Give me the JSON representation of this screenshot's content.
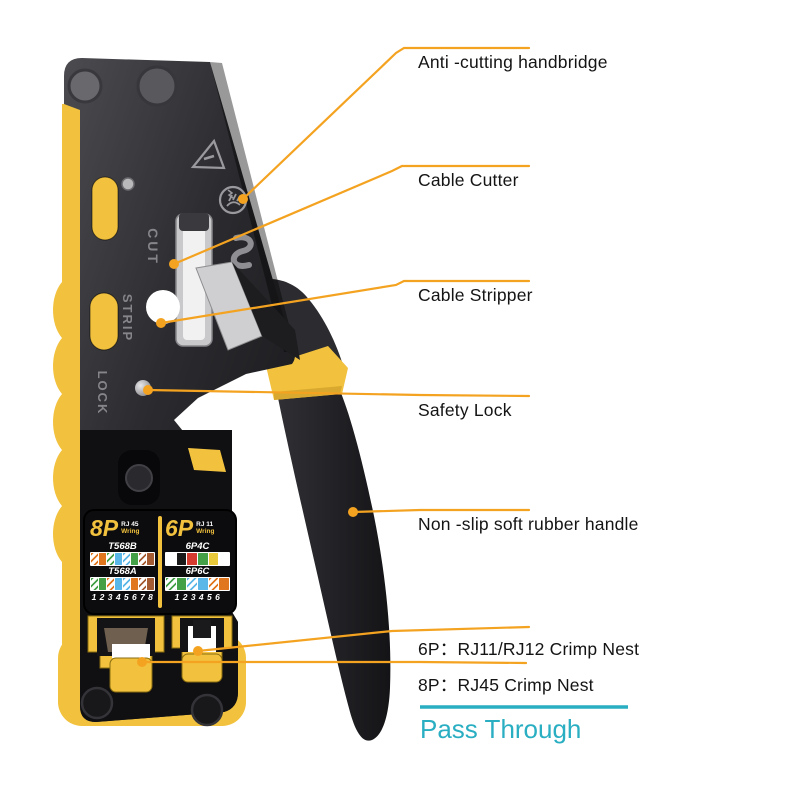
{
  "image_title": "RJ45 crimping tool annotated diagram",
  "colors": {
    "callout_orange": "#F4A321",
    "pass_through_teal": "#29AEC2",
    "tool_yellow": "#F2C23E",
    "tool_black": "#1C1C1F"
  },
  "callouts": [
    {
      "id": "anti-cutting-handbridge",
      "label": "Anti -cutting handbridge"
    },
    {
      "id": "cable-cutter",
      "label": "Cable Cutter"
    },
    {
      "id": "cable-stripper",
      "label": "Cable Stripper"
    },
    {
      "id": "safety-lock",
      "label": "Safety Lock"
    },
    {
      "id": "rubber-handle",
      "label": "Non -slip soft rubber handle"
    },
    {
      "id": "crimp-nest-6p",
      "label": "6P：RJ11/RJ12 Crimp Nest"
    },
    {
      "id": "crimp-nest-8p",
      "label": "8P：RJ45 Crimp Nest"
    }
  ],
  "footer": {
    "pass_through": "Pass Through"
  },
  "tool": {
    "engravings": {
      "cut": "CUT",
      "strip": "STRIP",
      "lock": "LOCK"
    },
    "icons": [
      "warning-triangle-icon",
      "no-touch-hand-icon",
      "cable-cutter-icon"
    ],
    "panel": {
      "left": {
        "size": "8P",
        "standard": "RJ 45",
        "wiring": "Wring",
        "row1_name": "T568B",
        "row1_wires": [
          {
            "t": "stripe",
            "c": "#E0761E"
          },
          {
            "t": "solid",
            "c": "#E0761E"
          },
          {
            "t": "stripe",
            "c": "#43A047"
          },
          {
            "t": "solid",
            "c": "#5BB7E8"
          },
          {
            "t": "stripe",
            "c": "#5BB7E8"
          },
          {
            "t": "solid",
            "c": "#43A047"
          },
          {
            "t": "stripe",
            "c": "#A65C32"
          },
          {
            "t": "solid",
            "c": "#A65C32"
          }
        ],
        "row2_name": "T568A",
        "row2_wires": [
          {
            "t": "stripe",
            "c": "#43A047"
          },
          {
            "t": "solid",
            "c": "#43A047"
          },
          {
            "t": "stripe",
            "c": "#E0761E"
          },
          {
            "t": "solid",
            "c": "#5BB7E8"
          },
          {
            "t": "stripe",
            "c": "#5BB7E8"
          },
          {
            "t": "solid",
            "c": "#E0761E"
          },
          {
            "t": "stripe",
            "c": "#A65C32"
          },
          {
            "t": "solid",
            "c": "#A65C32"
          }
        ],
        "pins": "1 2 3 4 5 6 7 8"
      },
      "right": {
        "size": "6P",
        "standard": "RJ 11",
        "wiring": "Wring",
        "row1_name": "6P4C",
        "row1_wires": [
          {
            "t": "empty"
          },
          {
            "t": "solid",
            "c": "#1A1A1A"
          },
          {
            "t": "solid",
            "c": "#D63B2F"
          },
          {
            "t": "solid",
            "c": "#43A047"
          },
          {
            "t": "solid",
            "c": "#E9C93C"
          },
          {
            "t": "empty"
          }
        ],
        "row2_name": "6P6C",
        "row2_wires": [
          {
            "t": "stripe",
            "c": "#43A047"
          },
          {
            "t": "solid",
            "c": "#43A047"
          },
          {
            "t": "stripe",
            "c": "#5BB7E8"
          },
          {
            "t": "solid",
            "c": "#5BB7E8"
          },
          {
            "t": "stripe",
            "c": "#E0761E"
          },
          {
            "t": "solid",
            "c": "#E0761E"
          }
        ],
        "pins": "1 2 3 4 5 6"
      }
    }
  }
}
